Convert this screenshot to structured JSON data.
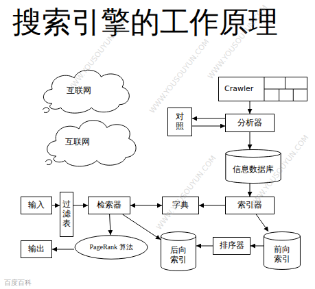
{
  "diagram": {
    "title": "搜索引擎的工作原理",
    "nodes": [
      {
        "text": [
          "互联网"
        ]
      },
      {
        "text": [
          "Crawler"
        ]
      },
      {
        "text": [
          "互联网"
        ]
      },
      {
        "text": [
          "对照"
        ]
      },
      {
        "text": [
          "分析器"
        ]
      },
      {
        "text": [
          "信息数据库"
        ]
      },
      {
        "text": [
          "输入"
        ]
      },
      {
        "text": [
          "过滤表"
        ]
      },
      {
        "text": [
          "检索器"
        ]
      },
      {
        "text": [
          "字典"
        ]
      },
      {
        "text": [
          "索引器"
        ]
      },
      {
        "text": [
          "输出"
        ]
      },
      {
        "text": [
          "PageRank 算法"
        ]
      },
      {
        "text": [
          "后向索引"
        ]
      },
      {
        "text": [
          "排序器"
        ]
      },
      {
        "text": [
          "前向索引"
        ]
      }
    ],
    "edges": [
      {
        "from": 1,
        "to": 4,
        "arrow": "to"
      },
      {
        "from": 4,
        "to": 3,
        "arrow": "to"
      },
      {
        "from": 3,
        "to": 4,
        "arrow": "to"
      },
      {
        "from": 4,
        "to": 5,
        "arrow": "to"
      },
      {
        "from": 5,
        "to": 10,
        "arrow": "to"
      },
      {
        "from": 6,
        "to": 7,
        "arrow": "to"
      },
      {
        "from": 7,
        "to": 8,
        "arrow": "to"
      },
      {
        "from": 8,
        "to": 9,
        "arrow": "both"
      },
      {
        "from": 10,
        "to": 9,
        "arrow": "to"
      },
      {
        "from": 8,
        "to": 12,
        "arrow": "to"
      },
      {
        "from": 8,
        "to": 13,
        "arrow": "to"
      },
      {
        "from": 12,
        "to": 11,
        "arrow": "to"
      },
      {
        "from": 10,
        "to": 15,
        "arrow": "to"
      },
      {
        "from": 15,
        "to": 14,
        "arrow": "to"
      },
      {
        "from": 14,
        "to": 13,
        "arrow": "to"
      }
    ],
    "labels": [
      "WWW.YOUSOUYUN.COM",
      "WWW.YOUSOUYUN.COM",
      "WWW.YOUSOUYUN.COM",
      "WWW.YOUSOUYUN.COM",
      "WWW.YOUSOUYUN.COM",
      "百度百科"
    ]
  }
}
